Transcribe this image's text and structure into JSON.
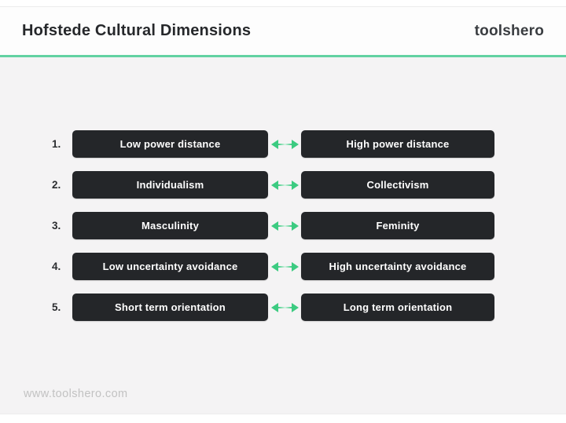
{
  "header": {
    "title": "Hofstede Cultural Dimensions",
    "brand": "toolshero"
  },
  "rows": [
    {
      "num": "1.",
      "left": "Low power distance",
      "right": "High power distance"
    },
    {
      "num": "2.",
      "left": "Individualism",
      "right": "Collectivism"
    },
    {
      "num": "3.",
      "left": "Masculinity",
      "right": "Feminity"
    },
    {
      "num": "4.",
      "left": "Low uncertainty avoidance",
      "right": "High uncertainty avoidance"
    },
    {
      "num": "5.",
      "left": "Short term orientation",
      "right": "Long term orientation"
    }
  ],
  "footer": {
    "website": "www.toolshero.com"
  },
  "icons": {
    "double_arrow": "double-ended horizontal arrow"
  },
  "colors": {
    "arrow_green": "#3ccb81",
    "divider_green": "#62d2a2",
    "box_dark": "#242629",
    "body_bg": "#f4f3f4",
    "header_bg": "#fdfdfd",
    "title_text": "#26282b",
    "footer_text": "#c2c2c2"
  }
}
